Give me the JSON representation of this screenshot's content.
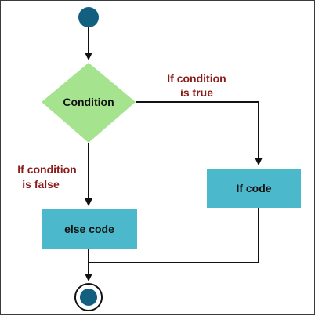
{
  "diagram": {
    "decision_label": "Condition",
    "true_label_line1": "If condition",
    "true_label_line2": "is true",
    "false_label_line1": "If condition",
    "false_label_line2": "is false",
    "if_box_label": "If code",
    "else_box_label": "else code"
  },
  "colors": {
    "start_node": "#135f7f",
    "decision_fill": "#a6e38e",
    "action_fill": "#4bb9cb",
    "branch_label": "#8b1a1a",
    "text": "#111111",
    "line": "#111111"
  },
  "icons": {
    "start": "start-node-icon",
    "end": "end-node-icon"
  }
}
